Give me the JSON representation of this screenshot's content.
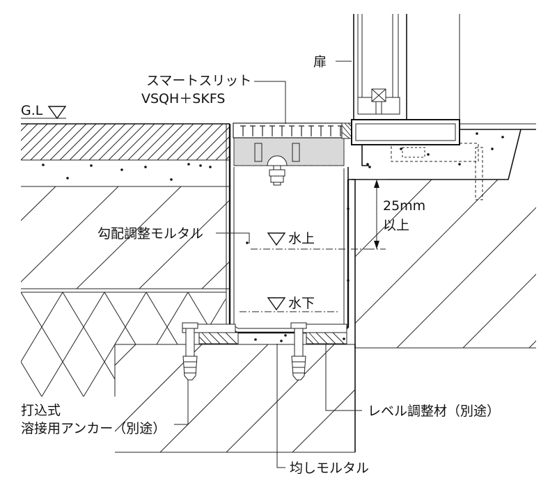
{
  "labels": {
    "door": "扉",
    "slit_name": "スマートスリット",
    "slit_model": "VSQH＋SKFS",
    "gl": "G.L",
    "slope_mortar": "勾配調整モルタル",
    "water_up": "水上",
    "water_down": "水下",
    "dim_value": "25mm",
    "dim_note": "以上",
    "anchor_line1": "打込式",
    "anchor_line2": "溶接用アンカー（別途）",
    "level_adjuster": "レベル調整材（別途）",
    "leveling_mortar": "均しモルタル"
  }
}
